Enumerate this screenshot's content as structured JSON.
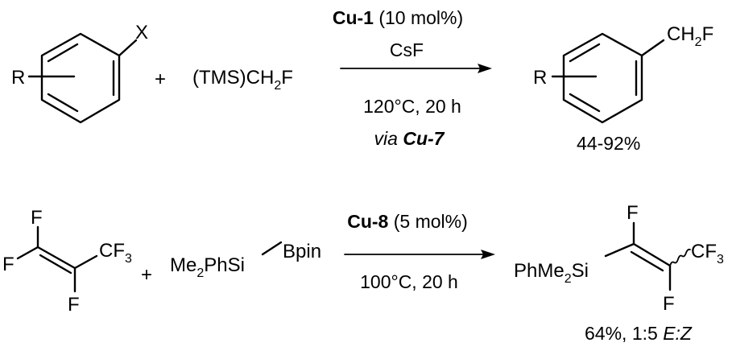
{
  "reaction1": {
    "reactant1": {
      "substituent": "R",
      "leaving_group": "X"
    },
    "plus": "+",
    "reactant2": {
      "pre": "(TMS)CH",
      "sub": "2",
      "post": "F"
    },
    "conditions": {
      "catalyst": "Cu-1",
      "catalyst_loading": " (10 mol%)",
      "additive": "CsF",
      "temp_time": "120°C, 20 h",
      "via_word": "via ",
      "via_species": "Cu-7"
    },
    "product": {
      "substituent": "R",
      "group_pre": "CH",
      "group_sub": "2",
      "group_post": "F"
    },
    "yield": "44-92%"
  },
  "reaction2": {
    "reactant1": {
      "f_top": "F",
      "f_left": "F",
      "f_bottom": "F",
      "cf3_pre": "CF",
      "cf3_sub": "3"
    },
    "plus": "+",
    "reactant2": {
      "silyl_pre": "Me",
      "silyl_sub": "2",
      "silyl_post": "PhSi",
      "boryl": "Bpin"
    },
    "conditions": {
      "catalyst": "Cu-8",
      "catalyst_loading": " (5 mol%)",
      "temp_time": "100°C, 20 h"
    },
    "product": {
      "silyl_pre": "PhMe",
      "silyl_sub": "2",
      "silyl_post": "Si",
      "f_top": "F",
      "f_bottom": "F",
      "cf3_pre": "CF",
      "cf3_sub": "3"
    },
    "yield": "64%, 1:5 ",
    "ratio_label": "E:Z"
  }
}
